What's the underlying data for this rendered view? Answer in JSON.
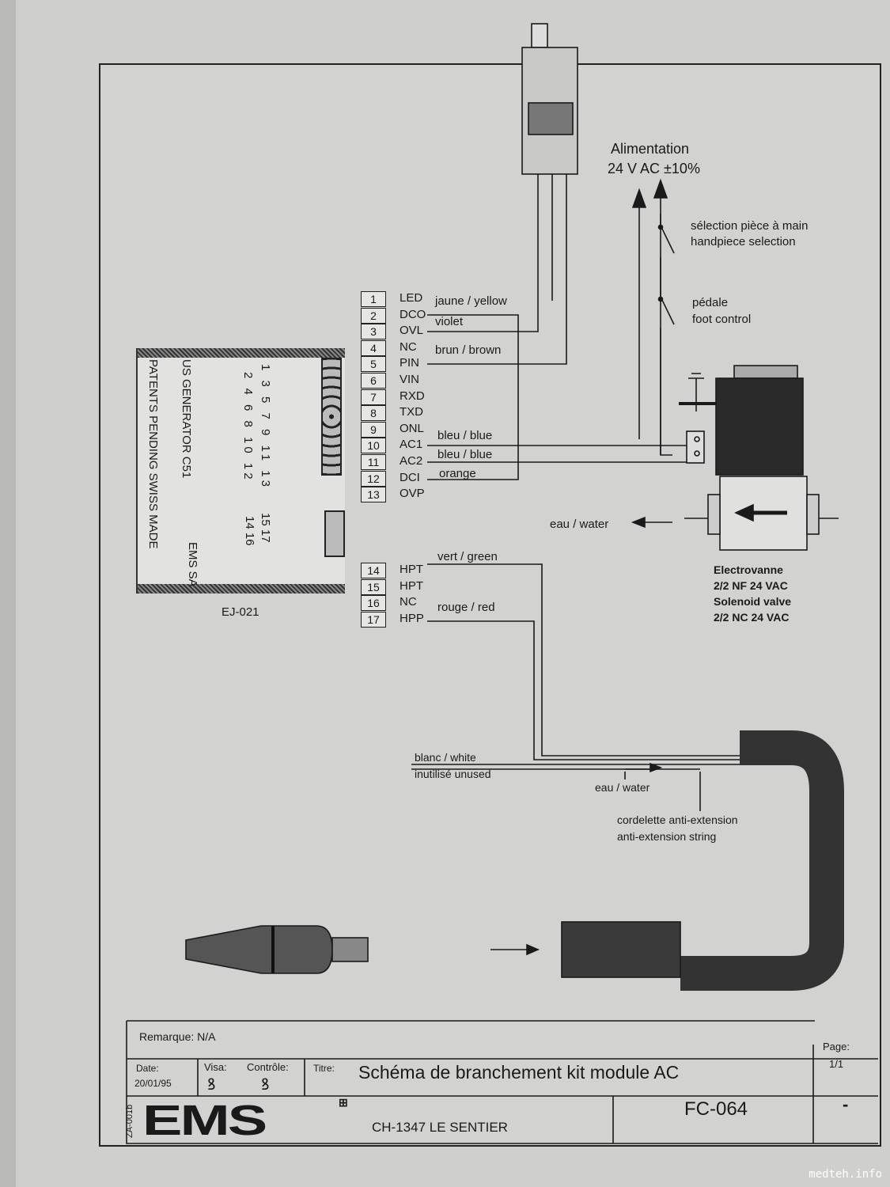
{
  "watermark": "medteh.info",
  "power": {
    "title": "Alimentation",
    "voltage": "24 V AC ±10%"
  },
  "switches": {
    "handpiece_fr": "sélection pièce à main",
    "handpiece_en": "handpiece selection",
    "pedal_fr": "pédale",
    "pedal_en": "foot control"
  },
  "connector_main": [
    {
      "num": "1",
      "signal": "LED"
    },
    {
      "num": "2",
      "signal": "DCO"
    },
    {
      "num": "3",
      "signal": "OVL"
    },
    {
      "num": "4",
      "signal": "NC"
    },
    {
      "num": "5",
      "signal": "PIN"
    },
    {
      "num": "6",
      "signal": "VIN"
    },
    {
      "num": "7",
      "signal": "RXD"
    },
    {
      "num": "8",
      "signal": "TXD"
    },
    {
      "num": "9",
      "signal": "ONL"
    },
    {
      "num": "10",
      "signal": "AC1"
    },
    {
      "num": "11",
      "signal": "AC2"
    },
    {
      "num": "12",
      "signal": "DCI"
    },
    {
      "num": "13",
      "signal": "OVP"
    }
  ],
  "connector_hp": [
    {
      "num": "14",
      "signal": "HPT"
    },
    {
      "num": "15",
      "signal": "HPT"
    },
    {
      "num": "16",
      "signal": "NC"
    },
    {
      "num": "17",
      "signal": "HPP"
    }
  ],
  "wire_labels": {
    "yellow": "jaune / yellow",
    "violet": "violet",
    "brown": "brun / brown",
    "blue1": "bleu / blue",
    "blue2": "bleu / blue",
    "orange": "orange",
    "green": "vert / green",
    "red": "rouge / red",
    "white": "blanc   / white",
    "unused": "inutilisé   unused"
  },
  "board": {
    "line1": "US GENERATOR  C51",
    "line2": "PATENTS PENDING  SWISS MADE",
    "maker": "EMS SA",
    "pins_odd": "1 3 5 7 9 11 13",
    "pins_even": "2 4 6 8 10 12",
    "pins_hp_odd": "15 17",
    "pins_hp_even": "14 16",
    "ref": "EJ-021"
  },
  "valve": {
    "water": "eau / water",
    "label_fr1": "Electrovanne",
    "label_fr2": "2/2 NF 24 VAC",
    "label_en1": "Solenoid valve",
    "label_en2": "2/2 NC 24 VAC"
  },
  "cable": {
    "water": "eau / water",
    "string_fr": "cordelette anti-extension",
    "string_en": "anti-extension string"
  },
  "title_block": {
    "remark": "Remarque: N/A",
    "date_label": "Date:",
    "date": "20/01/95",
    "visa_label": "Visa:",
    "control_label": "Contrôle:",
    "title_label": "Titre:",
    "title": "Schéma de branchement kit module AC",
    "page_label": "Page:",
    "page": "1/1",
    "company": "EMS",
    "address": "CH-1347 LE SENTIER",
    "doc_number": "FC-064",
    "revision": "-",
    "form_ref": "ZA-001b"
  }
}
